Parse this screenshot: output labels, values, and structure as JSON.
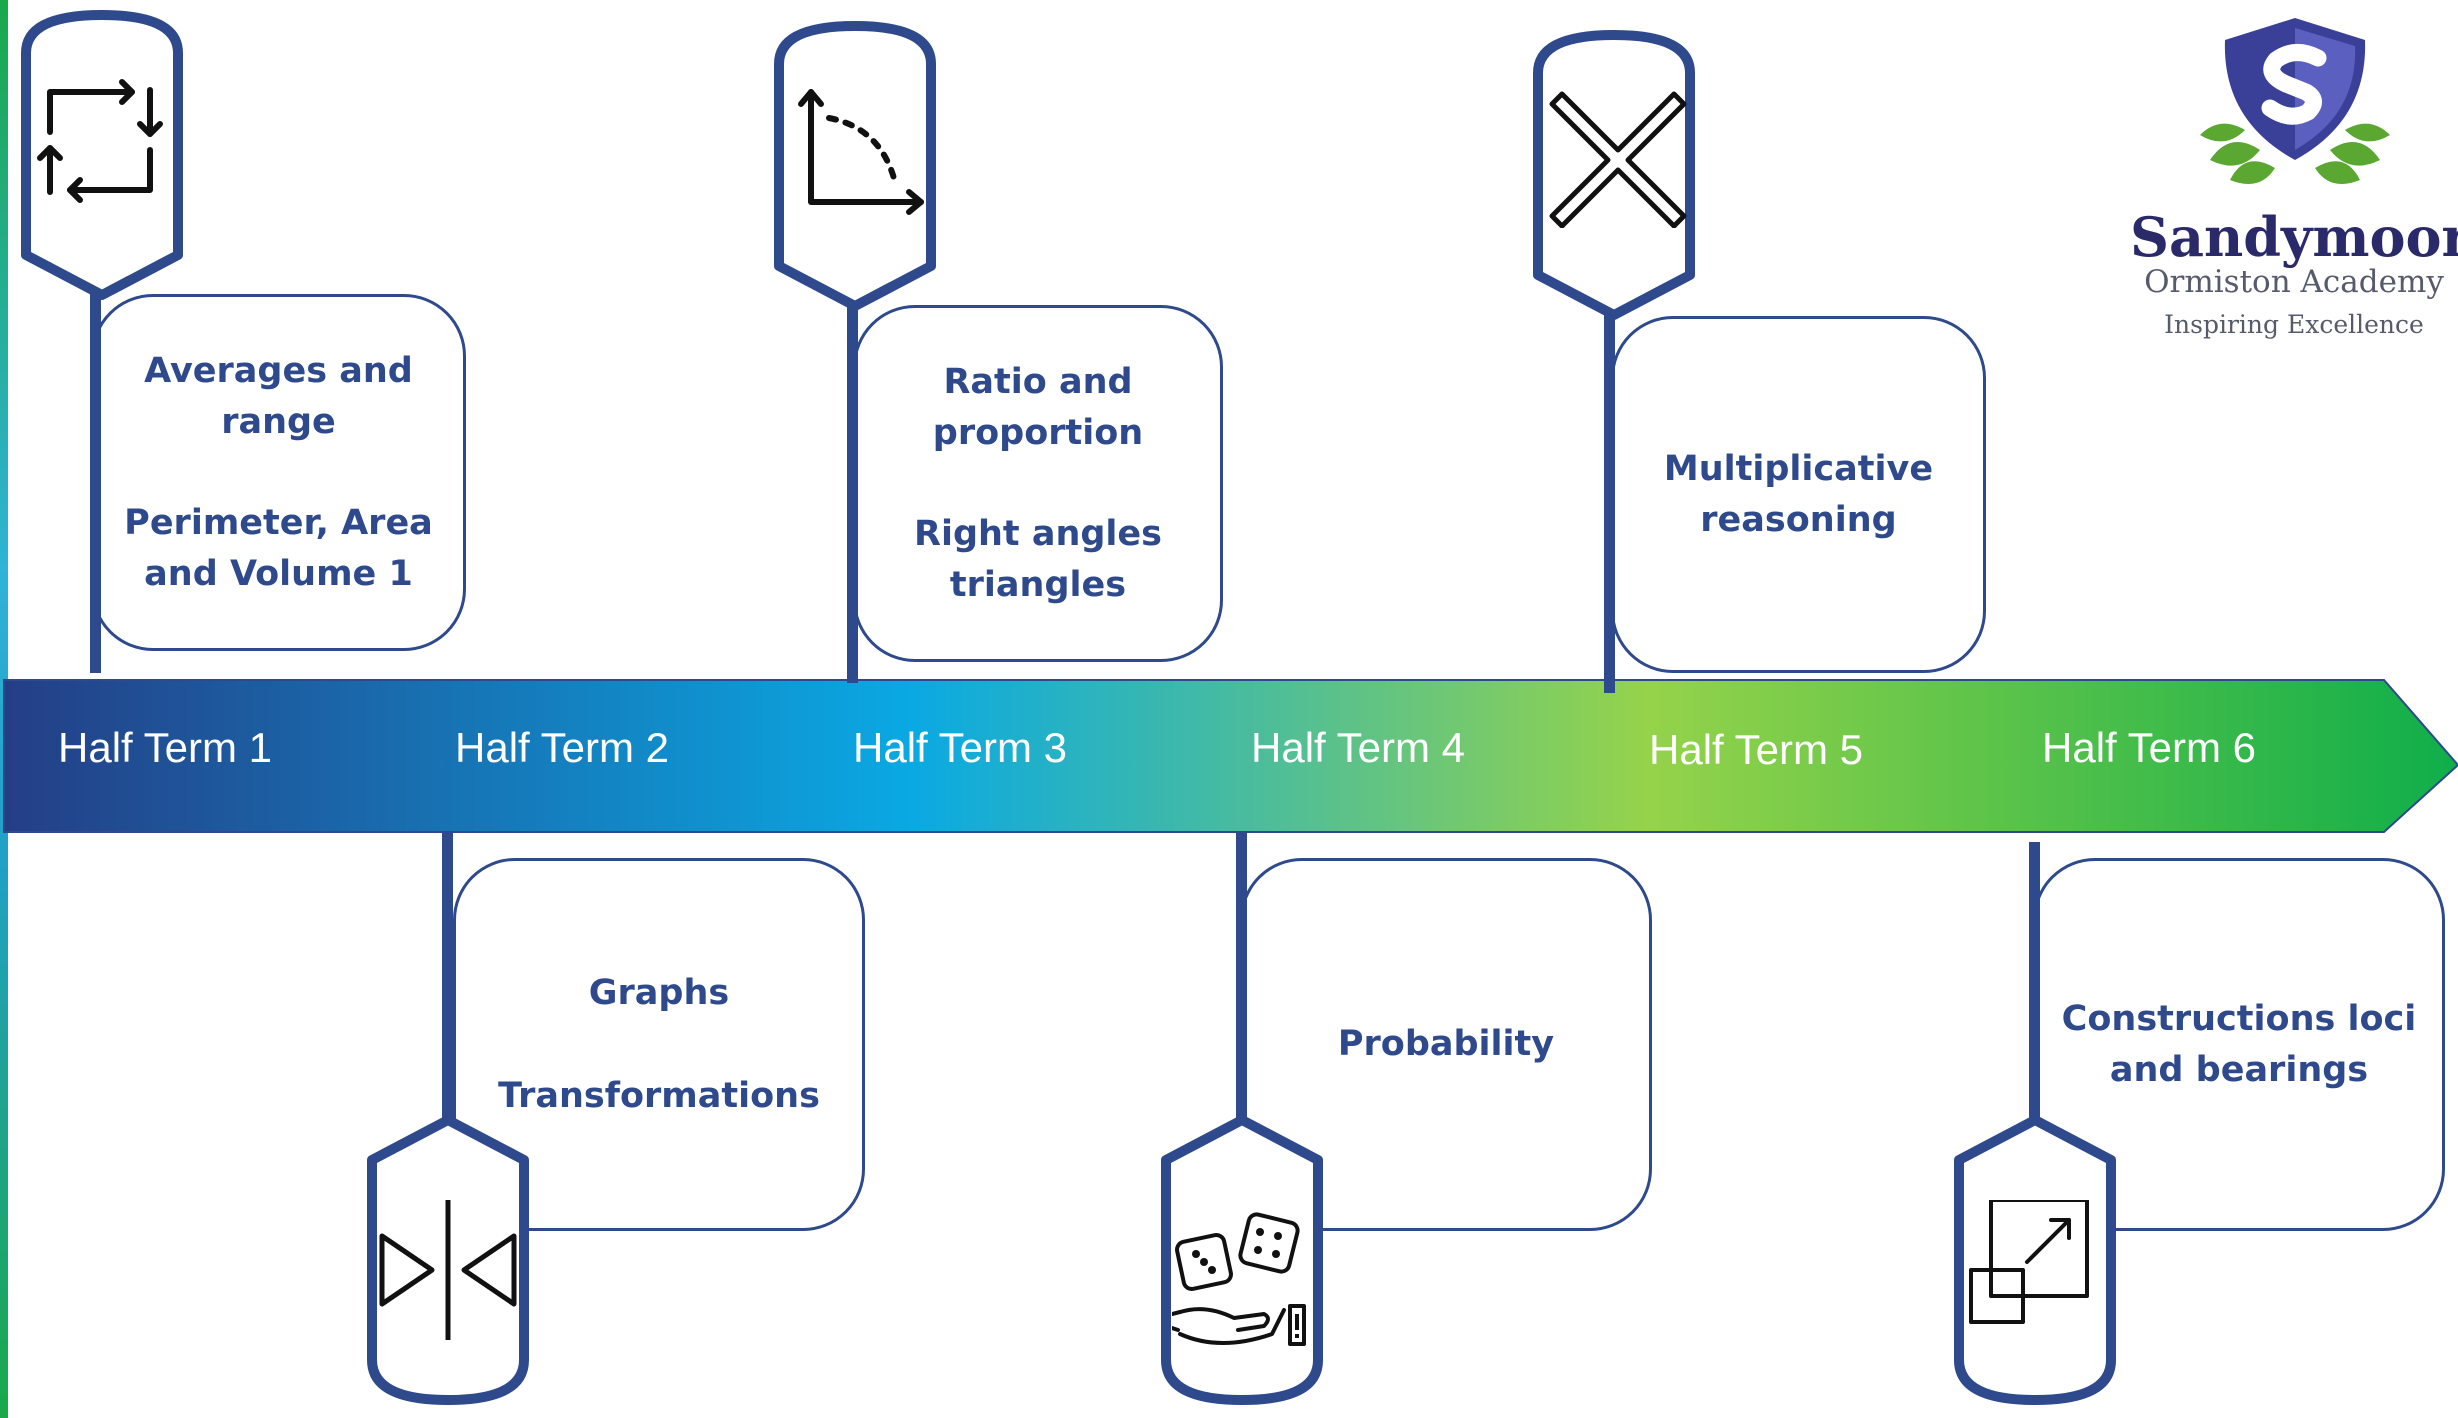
{
  "colors": {
    "navy": "#2e4a8c",
    "band_start": "#243e86",
    "band_mid": "#0aa9e3",
    "band_lime": "#95d34a",
    "band_end": "#0fae4a",
    "text_white": "#ffffff"
  },
  "timeline": {
    "terms": [
      "Half Term 1",
      "Half Term 2",
      "Half Term 3",
      "Half Term 4",
      "Half Term 5",
      "Half Term 6"
    ]
  },
  "topics": [
    {
      "icon": "cycle-arrows-icon",
      "line1": "Averages and",
      "line2": "range",
      "line3": "Perimeter, Area",
      "line4": "and Volume 1"
    },
    {
      "icon": "reflection-icon",
      "line1": "Graphs",
      "line2": "Transformations"
    },
    {
      "icon": "right-angle-icon",
      "line1": "Ratio and",
      "line2": "proportion",
      "line3": "Right angles",
      "line4": "triangles"
    },
    {
      "icon": "dice-hand-icon",
      "line1": "Probability"
    },
    {
      "icon": "multiply-icon",
      "line1": "Multiplicative",
      "line2": "reasoning"
    },
    {
      "icon": "enlargement-icon",
      "line1": "Constructions loci",
      "line2": "and bearings"
    }
  ],
  "logo": {
    "name": "Sandymoor",
    "subtitle": "Ormiston Academy",
    "tagline": "Inspiring Excellence",
    "icon": "s-shield-logo-icon",
    "colors": {
      "shield": "#3a3f98",
      "leaf": "#5aa732",
      "text": "#2a2a6a"
    }
  }
}
